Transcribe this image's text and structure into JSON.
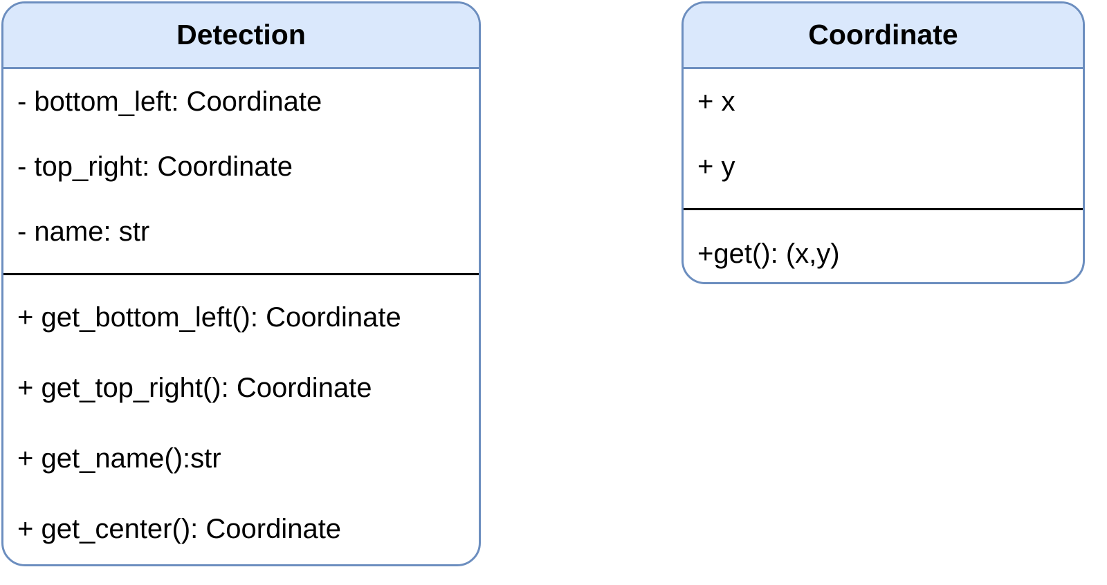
{
  "classes": [
    {
      "name": "Detection",
      "attributes": [
        "- bottom_left: Coordinate",
        "- top_right: Coordinate",
        "- name: str"
      ],
      "methods": [
        "+ get_bottom_left(): Coordinate",
        "+ get_top_right(): Coordinate",
        "+ get_name():str",
        "+ get_center(): Coordinate"
      ]
    },
    {
      "name": "Coordinate",
      "attributes": [
        "+ x",
        "+ y"
      ],
      "methods": [
        "+get(): (x,y)"
      ]
    }
  ],
  "colors": {
    "header_fill": "#dae8fc",
    "border": "#6c8ebf",
    "divider": "#000000",
    "body_fill": "#ffffff"
  }
}
